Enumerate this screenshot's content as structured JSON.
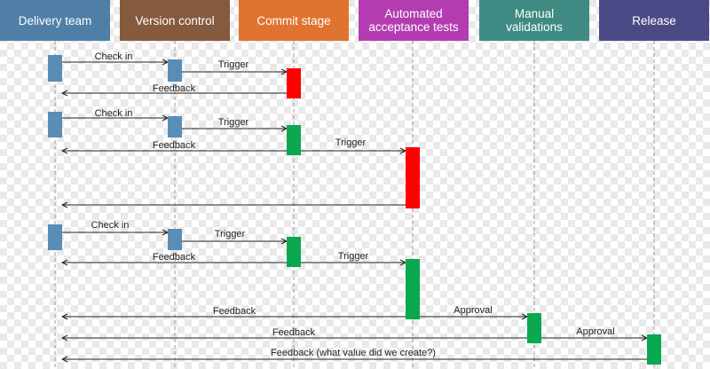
{
  "lanes": [
    {
      "id": "team",
      "lines": [
        "Delivery team"
      ],
      "color": "#4f7fa6"
    },
    {
      "id": "vc",
      "lines": [
        "Version control"
      ],
      "color": "#865a3e"
    },
    {
      "id": "commit",
      "lines": [
        "Commit stage"
      ],
      "color": "#e07330"
    },
    {
      "id": "auto",
      "lines": [
        "Automated",
        "acceptance tests"
      ],
      "color": "#b33db0"
    },
    {
      "id": "manual",
      "lines": [
        "Manual",
        "validations"
      ],
      "color": "#3f8a82"
    },
    {
      "id": "release",
      "lines": [
        "Release"
      ],
      "color": "#4b4a86"
    }
  ],
  "status_colors": {
    "pass": "#0aa84f",
    "fail": "#ff0000",
    "neutral": "#5a8db5"
  },
  "activations": [
    {
      "lane": "team",
      "status": "neutral"
    },
    {
      "lane": "vc",
      "status": "neutral"
    },
    {
      "lane": "commit",
      "status": "fail"
    },
    {
      "lane": "team",
      "status": "neutral"
    },
    {
      "lane": "vc",
      "status": "neutral"
    },
    {
      "lane": "commit",
      "status": "pass"
    },
    {
      "lane": "auto",
      "status": "fail"
    },
    {
      "lane": "team",
      "status": "neutral"
    },
    {
      "lane": "vc",
      "status": "neutral"
    },
    {
      "lane": "commit",
      "status": "pass"
    },
    {
      "lane": "auto",
      "status": "pass"
    },
    {
      "lane": "manual",
      "status": "pass"
    },
    {
      "lane": "release",
      "status": "pass"
    }
  ],
  "messages": [
    {
      "label": "Check in",
      "from": "team",
      "to": "vc"
    },
    {
      "label": "Trigger",
      "from": "vc",
      "to": "commit"
    },
    {
      "label": "Feedback",
      "from": "commit",
      "to": "team"
    },
    {
      "label": "Check in",
      "from": "team",
      "to": "vc"
    },
    {
      "label": "Trigger",
      "from": "vc",
      "to": "commit"
    },
    {
      "label": "Feedback",
      "from": "commit",
      "to": "team"
    },
    {
      "label": "Trigger",
      "from": "commit",
      "to": "auto"
    },
    {
      "label": "",
      "from": "auto",
      "to": "team"
    },
    {
      "label": "Check in",
      "from": "team",
      "to": "vc"
    },
    {
      "label": "Trigger",
      "from": "vc",
      "to": "commit"
    },
    {
      "label": "Feedback",
      "from": "commit",
      "to": "team"
    },
    {
      "label": "Trigger",
      "from": "commit",
      "to": "auto"
    },
    {
      "label": "Feedback",
      "from": "auto",
      "to": "team"
    },
    {
      "label": "Approval",
      "from": "auto",
      "to": "manual"
    },
    {
      "label": "Feedback",
      "from": "manual",
      "to": "team"
    },
    {
      "label": "Approval",
      "from": "manual",
      "to": "release"
    },
    {
      "label": "Feedback (what value did we create?)",
      "from": "release",
      "to": "team"
    }
  ]
}
